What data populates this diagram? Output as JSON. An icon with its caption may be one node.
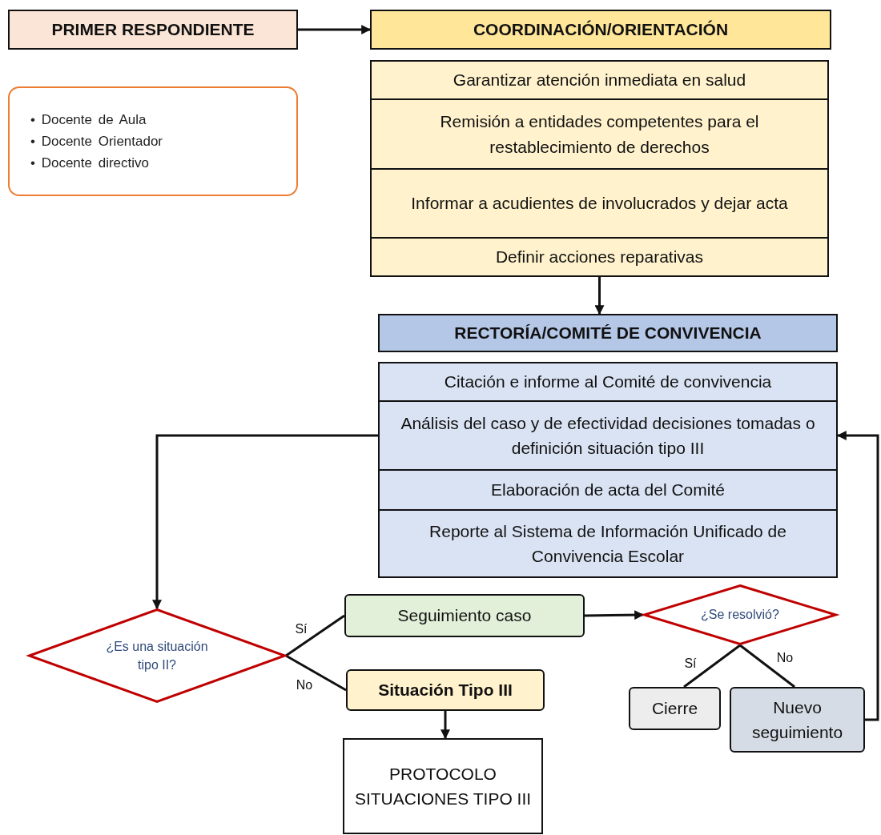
{
  "diagram": {
    "nodes": [
      {
        "text": [
          "PRIMER RESPONDIENTE"
        ]
      },
      {
        "text": [
          "• Docente de Aula",
          "• Docente Orientador",
          "• Docente directivo"
        ]
      },
      {
        "text": [
          "COORDINACIÓN/ORIENTACIÓN"
        ]
      },
      {
        "text": [
          "Garantizar atención inmediata en salud"
        ]
      },
      {
        "text": [
          "Remisión a entidades competentes para el restablecimiento de derechos"
        ]
      },
      {
        "text": [
          "Informar a acudientes de involucrados y dejar acta"
        ]
      },
      {
        "text": [
          "Definir acciones reparativas"
        ]
      },
      {
        "text": [
          "RECTORÍA/COMITÉ DE CONVIVENCIA"
        ]
      },
      {
        "text": [
          "Citación e informe al Comité de convivencia"
        ]
      },
      {
        "text": [
          "Análisis del caso y de efectividad decisiones tomadas o definición situación tipo III"
        ]
      },
      {
        "text": [
          "Elaboración de acta del Comité"
        ]
      },
      {
        "text": [
          "Reporte al Sistema de Información Unificado de Convivencia Escolar"
        ]
      },
      {
        "text": [
          "¿Es una situación tipo II?"
        ]
      },
      {
        "text": [
          "Seguimiento caso"
        ]
      },
      {
        "text": [
          "Situación Tipo III"
        ]
      },
      {
        "text": [
          "PROTOCOLO SITUACIONES TIPO III"
        ]
      },
      {
        "text": [
          "¿Se resolvió?"
        ]
      },
      {
        "text": [
          "Cierre"
        ]
      },
      {
        "text": [
          "Nuevo seguimiento"
        ]
      }
    ],
    "edges": [
      {
        "from": 0,
        "to": 2,
        "arrow": "to"
      },
      {
        "from": 6,
        "to": 7,
        "arrow": "to"
      },
      {
        "from": 9,
        "to": 12,
        "arrow": "to"
      },
      {
        "from": 12,
        "to": 13,
        "arrow": "none",
        "label": "Sí"
      },
      {
        "from": 12,
        "to": 14,
        "arrow": "none",
        "label": "No"
      },
      {
        "from": 13,
        "to": 16,
        "arrow": "to"
      },
      {
        "from": 16,
        "to": 17,
        "arrow": "none",
        "label": "Sí"
      },
      {
        "from": 16,
        "to": 18,
        "arrow": "none",
        "label": "No"
      },
      {
        "from": 18,
        "to": 9,
        "arrow": "to"
      },
      {
        "from": 14,
        "to": 15,
        "arrow": "to"
      }
    ]
  }
}
